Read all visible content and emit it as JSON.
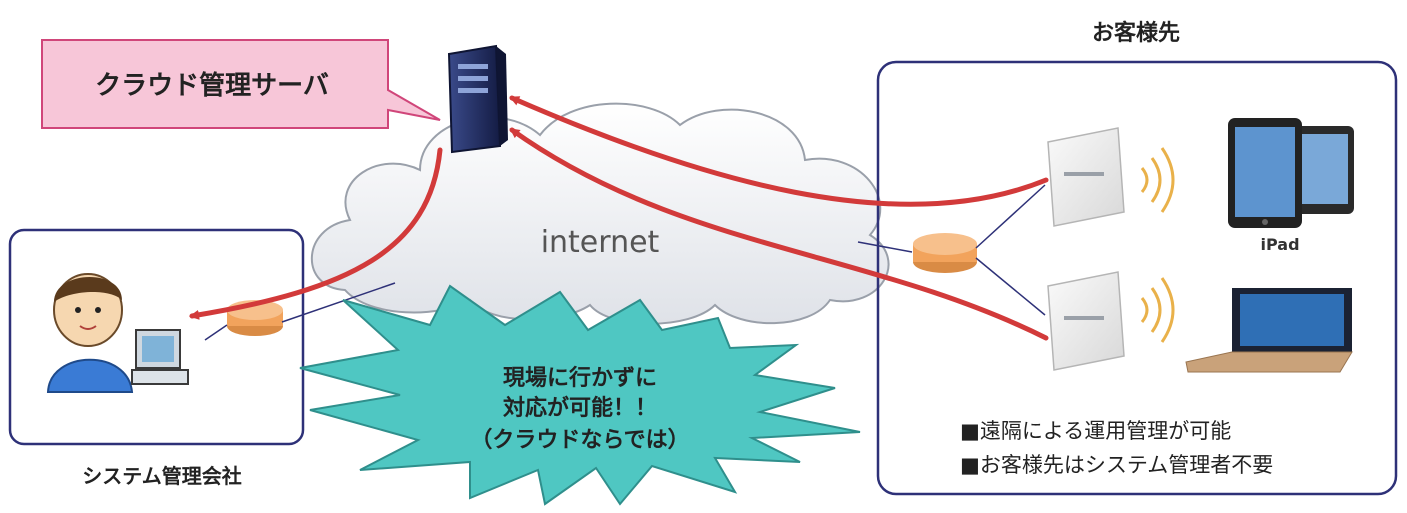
{
  "server_label": "クラウド管理サーバ",
  "internet_label": "internet",
  "customer_title": "お客様先",
  "admin_company_label": "システム管理会社",
  "ipad_label": "iPad",
  "burst_text": [
    "現場に行かずに",
    "対応が可能！！",
    "（クラウドならでは）"
  ],
  "bullets": [
    "■遠隔による運用管理が可能",
    "■お客様先はシステム管理者不要"
  ],
  "colors": {
    "arrow": "#d23a3a",
    "box_border": "#2e3178",
    "callout_fill": "#f7c6d8",
    "callout_border": "#d0467a",
    "burst_fill": "#4fc7c2",
    "router": "#f2a35c",
    "server": "#1f2a5c"
  },
  "icons": [
    "server-icon",
    "cloud-icon",
    "router-icon",
    "access-point-icon",
    "wifi-signal-icon",
    "ipad-icon",
    "laptop-icon",
    "person-at-computer-icon",
    "burst-shape-icon"
  ]
}
